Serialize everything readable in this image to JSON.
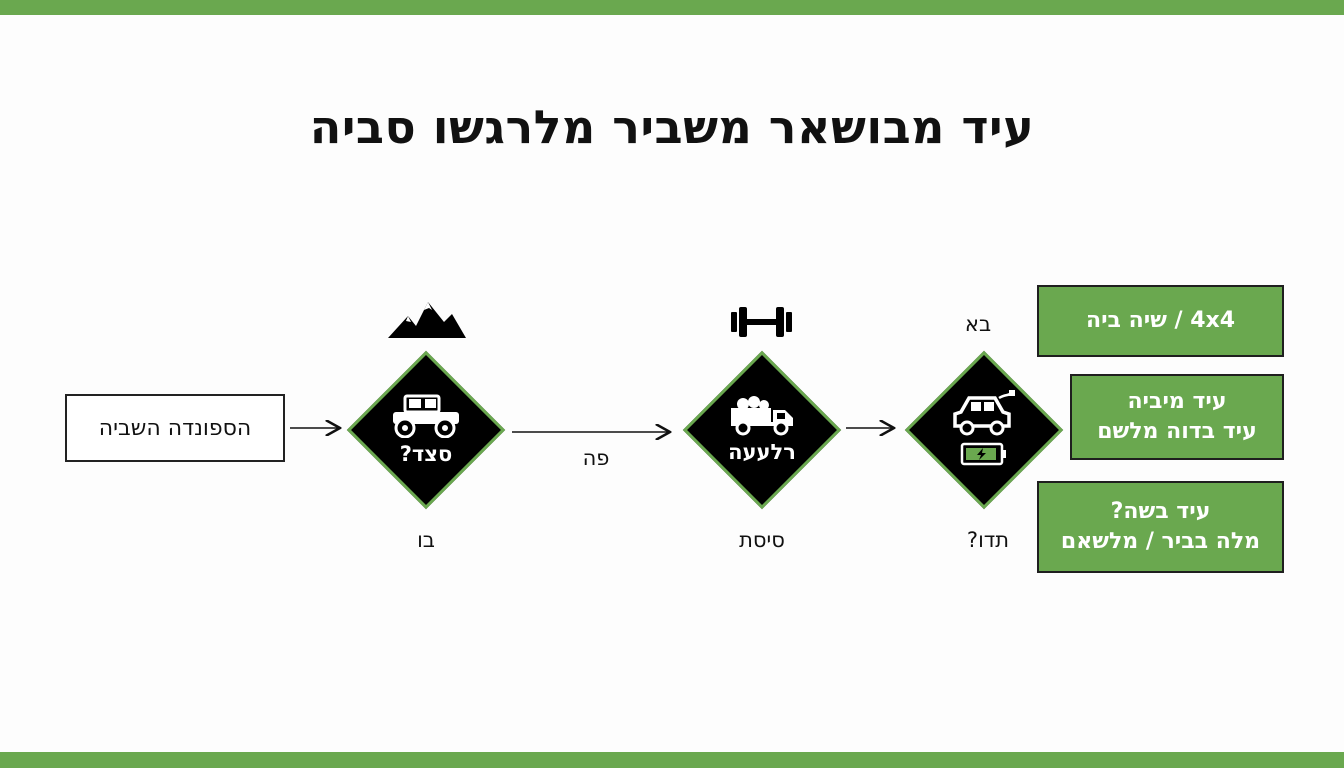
{
  "title": "עיד מבושאר משביר מלרגשו סביה",
  "start_box": "הספונדה השביה",
  "nodes": [
    {
      "label": "סצד?",
      "bottom_label": "בו",
      "icon": "jeep-icon",
      "top_icon": "mountain-icon"
    },
    {
      "label": "רלעעה",
      "bottom_label": "סיסת",
      "icon": "truck-icon",
      "top_icon": "dumbbell-icon"
    },
    {
      "label": "",
      "bottom_label": "תדו?",
      "icon": "electric-car-icon",
      "top_label": "בא"
    }
  ],
  "edge_labels": {
    "between_1_2": "פה"
  },
  "options": [
    {
      "lines": [
        "4x4 / שיה ביה"
      ]
    },
    {
      "lines": [
        "עיד מיביה",
        "עיד בדוה מלשם"
      ]
    },
    {
      "lines": [
        "עיד בשה?",
        "מלה בביר / מלשאם"
      ]
    }
  ],
  "colors": {
    "accent": "#6aa84f",
    "diamond_fill": "#000000",
    "text": "#111111"
  }
}
